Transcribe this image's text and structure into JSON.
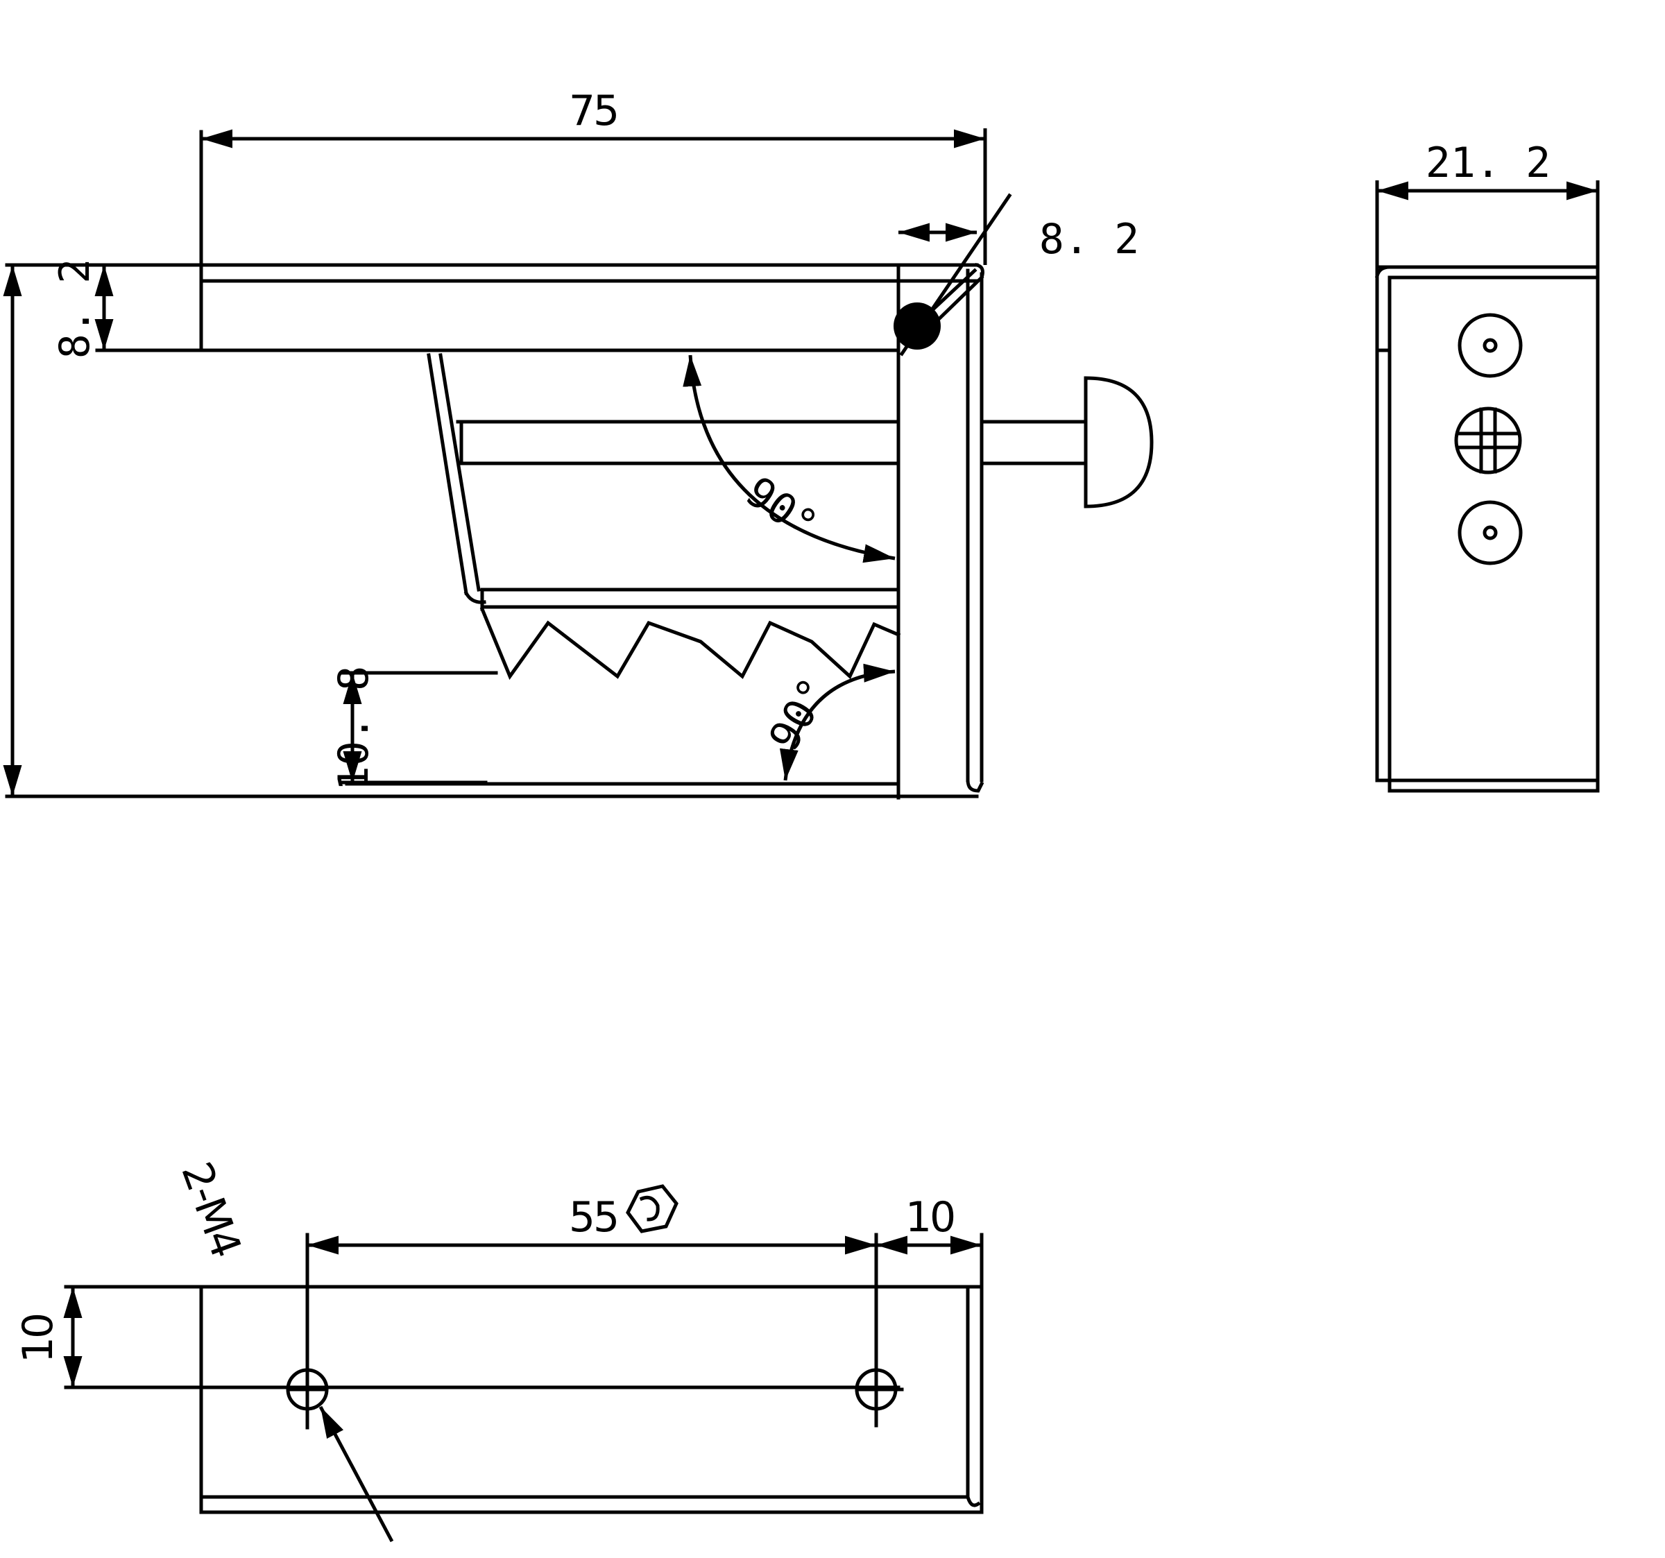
{
  "labels": {
    "dim_75": "75",
    "dim_8_2_top": "8. 2",
    "dim_8_2_left": "8. 2",
    "dim_21_2": "21. 2",
    "dim_10_8": "10. 8",
    "angle_upper": "90°",
    "angle_lower": "90°",
    "dim_55": "55",
    "dim_10_top": "10",
    "dim_10_left": "10",
    "thread_note": "2-M4"
  }
}
